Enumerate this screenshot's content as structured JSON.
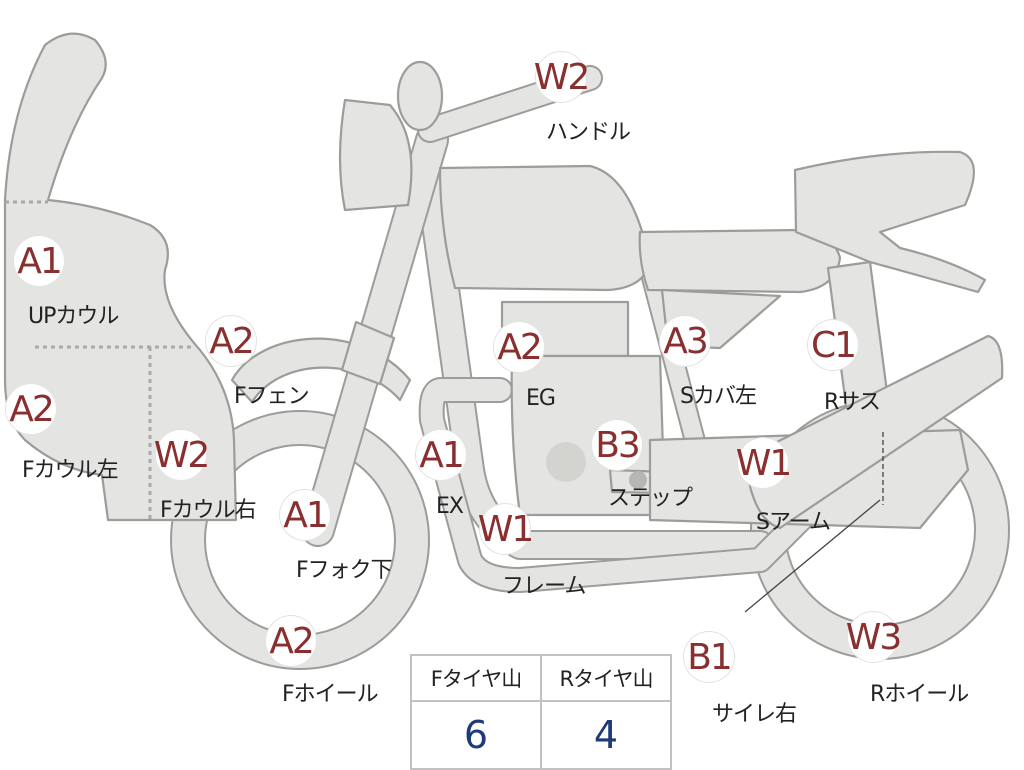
{
  "parts": {
    "up_cowl": {
      "grade": "A1",
      "label": "UPカウル"
    },
    "f_cowl_left": {
      "grade": "A2",
      "label": "Fカウル左"
    },
    "f_fender": {
      "grade": "A2",
      "label": "Fフェン"
    },
    "f_cowl_right": {
      "grade": "W2",
      "label": "Fカウル右"
    },
    "f_fork_lower": {
      "grade": "A1",
      "label": "Fフォク下"
    },
    "f_wheel": {
      "grade": "A2",
      "label": "Fホイール"
    },
    "handle": {
      "grade": "W2",
      "label": "ハンドル"
    },
    "engine": {
      "grade": "A2",
      "label": "EG"
    },
    "exhaust": {
      "grade": "A1",
      "label": "EX"
    },
    "frame": {
      "grade": "W1",
      "label": "フレーム"
    },
    "step": {
      "grade": "B3",
      "label": "ステップ"
    },
    "side_cover_left": {
      "grade": "A3",
      "label": "Sカバ左"
    },
    "r_suspension": {
      "grade": "C1",
      "label": "Rサス"
    },
    "swing_arm": {
      "grade": "W1",
      "label": "Sアーム"
    },
    "silencer_right": {
      "grade": "B1",
      "label": "サイレ右"
    },
    "r_wheel": {
      "grade": "W3",
      "label": "Rホイール"
    }
  },
  "tire_table": {
    "headers": [
      "Fタイヤ山",
      "Rタイヤ山"
    ],
    "values": [
      "6",
      "4"
    ]
  },
  "colors": {
    "grade_text": "#8a2f2f",
    "tire_value": "#1f3a78",
    "part_fill": "#e4e4e2",
    "part_outline": "#9c9c98"
  }
}
